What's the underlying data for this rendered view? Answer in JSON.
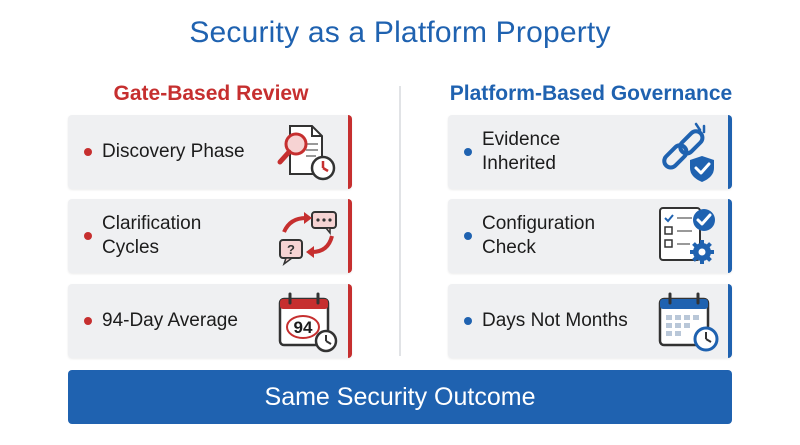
{
  "title": "Security as a Platform Property",
  "left": {
    "heading": "Gate-Based Review",
    "items": [
      {
        "label": "Discovery Phase",
        "icon": "document-search-clock-icon"
      },
      {
        "label": "Clarification Cycles",
        "icon": "chat-cycle-icon"
      },
      {
        "label": "94-Day Average",
        "icon": "calendar-clock-icon",
        "calendar_number": "94"
      }
    ]
  },
  "right": {
    "heading": "Platform-Based Governance",
    "items": [
      {
        "label": "Evidence Inherited",
        "icon": "chain-link-shield-icon"
      },
      {
        "label": "Configuration Check",
        "icon": "checklist-gear-icon"
      },
      {
        "label": "Days Not Months",
        "icon": "calendar-clock-icon"
      }
    ]
  },
  "banner": "Same Security Outcome",
  "colors": {
    "red": "#c62f2f",
    "blue": "#1f62b0",
    "card_bg": "#eff0f2"
  }
}
